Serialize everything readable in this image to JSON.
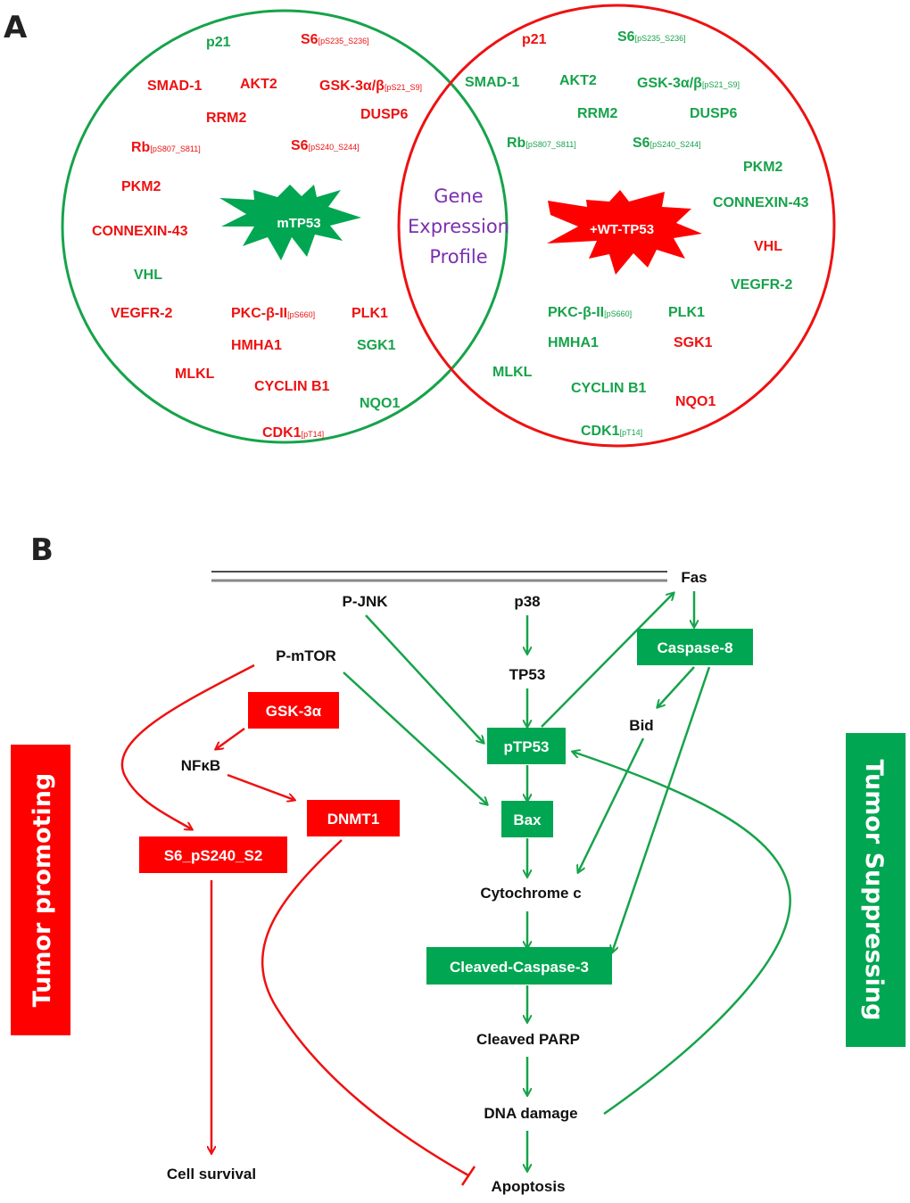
{
  "colors": {
    "up_red": "#ee1111",
    "down_green": "#16a34a",
    "box_green": "#00a651",
    "box_red": "#ff0000",
    "center_purple": "#7a2fb0",
    "text_dark": "#111111"
  },
  "panel_a": {
    "label": "A",
    "center_label": [
      "Gene",
      "Expression",
      "Profile"
    ],
    "left_set": {
      "star_label": "mTP53",
      "genes": [
        {
          "name": "p21",
          "sub": "",
          "color": "green"
        },
        {
          "name": "S6",
          "sub": "[pS235_S236]",
          "color": "red"
        },
        {
          "name": "SMAD-1",
          "sub": "",
          "color": "red"
        },
        {
          "name": "AKT2",
          "sub": "",
          "color": "red"
        },
        {
          "name": "GSK-3α/β",
          "sub": "[pS21_S9]",
          "color": "red"
        },
        {
          "name": "RRM2",
          "sub": "",
          "color": "red"
        },
        {
          "name": "DUSP6",
          "sub": "",
          "color": "red"
        },
        {
          "name": "Rb",
          "sub": "[pS807_S811]",
          "color": "red"
        },
        {
          "name": "S6",
          "sub": "[pS240_S244]",
          "color": "red"
        },
        {
          "name": "PKM2",
          "sub": "",
          "color": "red"
        },
        {
          "name": "CONNEXIN-43",
          "sub": "",
          "color": "red"
        },
        {
          "name": "VHL",
          "sub": "",
          "color": "green"
        },
        {
          "name": "VEGFR-2",
          "sub": "",
          "color": "red"
        },
        {
          "name": "PKC-β-II",
          "sub": "[pS660]",
          "color": "red"
        },
        {
          "name": "PLK1",
          "sub": "",
          "color": "red"
        },
        {
          "name": "HMHA1",
          "sub": "",
          "color": "red"
        },
        {
          "name": "SGK1",
          "sub": "",
          "color": "green"
        },
        {
          "name": "MLKL",
          "sub": "",
          "color": "red"
        },
        {
          "name": "CYCLIN B1",
          "sub": "",
          "color": "red"
        },
        {
          "name": "NQO1",
          "sub": "",
          "color": "green"
        },
        {
          "name": "CDK1",
          "sub": "[pT14]",
          "color": "red"
        }
      ]
    },
    "right_set": {
      "star_label": "+WT-TP53",
      "genes": [
        {
          "name": "p21",
          "sub": "",
          "color": "red"
        },
        {
          "name": "S6",
          "sub": "[pS235_S236]",
          "color": "green"
        },
        {
          "name": "SMAD-1",
          "sub": "",
          "color": "green"
        },
        {
          "name": "AKT2",
          "sub": "",
          "color": "green"
        },
        {
          "name": "GSK-3α/β",
          "sub": "[pS21_S9]",
          "color": "green"
        },
        {
          "name": "RRM2",
          "sub": "",
          "color": "green"
        },
        {
          "name": "DUSP6",
          "sub": "",
          "color": "green"
        },
        {
          "name": "Rb",
          "sub": "[pS807_S811]",
          "color": "green"
        },
        {
          "name": "S6",
          "sub": "[pS240_S244]",
          "color": "green"
        },
        {
          "name": "PKM2",
          "sub": "",
          "color": "green"
        },
        {
          "name": "CONNEXIN-43",
          "sub": "",
          "color": "green"
        },
        {
          "name": "VHL",
          "sub": "",
          "color": "red"
        },
        {
          "name": "VEGFR-2",
          "sub": "",
          "color": "green"
        },
        {
          "name": "PKC-β-II",
          "sub": "[pS660]",
          "color": "green"
        },
        {
          "name": "PLK1",
          "sub": "",
          "color": "green"
        },
        {
          "name": "HMHA1",
          "sub": "",
          "color": "green"
        },
        {
          "name": "SGK1",
          "sub": "",
          "color": "red"
        },
        {
          "name": "MLKL",
          "sub": "",
          "color": "green"
        },
        {
          "name": "CYCLIN B1",
          "sub": "",
          "color": "green"
        },
        {
          "name": "NQO1",
          "sub": "",
          "color": "red"
        },
        {
          "name": "CDK1",
          "sub": "[pT14]",
          "color": "green"
        }
      ]
    }
  },
  "panel_b": {
    "label": "B",
    "side_labels": {
      "left": "Tumor promoting",
      "right": "Tumor Suppressing"
    },
    "nodes": {
      "fas": "Fas",
      "pjnk": "P-JNK",
      "p38": "p38",
      "pmtor": "P-mTOR",
      "tp53": "TP53",
      "caspase8": "Caspase-8",
      "gsk3a": "GSK-3α",
      "bid": "Bid",
      "nfkb": "NFκB",
      "ptp53": "pTP53",
      "dnmt1": "DNMT1",
      "bax": "Bax",
      "s6": "S6_pS240_S2",
      "cytc": "Cytochrome c",
      "cc3": "Cleaved-Caspase-3",
      "cparp": "Cleaved PARP",
      "dna": "DNA damage",
      "survival": "Cell survival",
      "apoptosis": "Apoptosis"
    },
    "edges": [
      {
        "from": "Fas",
        "to": "Caspase-8",
        "type": "activation",
        "color": "green"
      },
      {
        "from": "Caspase-8",
        "to": "Bid",
        "type": "activation",
        "color": "green"
      },
      {
        "from": "Caspase-8",
        "to": "Cleaved-Caspase-3",
        "type": "activation",
        "color": "green"
      },
      {
        "from": "Bid",
        "to": "Cytochrome c",
        "type": "activation",
        "color": "green"
      },
      {
        "from": "p38",
        "to": "TP53",
        "type": "activation",
        "color": "green"
      },
      {
        "from": "TP53",
        "to": "pTP53",
        "type": "activation",
        "color": "green"
      },
      {
        "from": "P-JNK",
        "to": "pTP53",
        "type": "activation",
        "color": "green"
      },
      {
        "from": "pTP53",
        "to": "Fas",
        "type": "activation",
        "color": "green"
      },
      {
        "from": "pTP53",
        "to": "Bax",
        "type": "activation",
        "color": "green"
      },
      {
        "from": "P-mTOR",
        "to": "Bax",
        "type": "activation",
        "color": "green"
      },
      {
        "from": "Bax",
        "to": "Cytochrome c",
        "type": "activation",
        "color": "green"
      },
      {
        "from": "Cytochrome c",
        "to": "Cleaved-Caspase-3",
        "type": "activation",
        "color": "green"
      },
      {
        "from": "Cleaved-Caspase-3",
        "to": "Cleaved PARP",
        "type": "activation",
        "color": "green"
      },
      {
        "from": "Cleaved PARP",
        "to": "DNA damage",
        "type": "activation",
        "color": "green"
      },
      {
        "from": "DNA damage",
        "to": "Apoptosis",
        "type": "activation",
        "color": "green"
      },
      {
        "from": "DNA damage",
        "to": "pTP53",
        "type": "activation",
        "color": "green"
      },
      {
        "from": "P-mTOR",
        "to": "S6_pS240_S2",
        "type": "activation",
        "color": "red"
      },
      {
        "from": "GSK-3α",
        "to": "NFκB",
        "type": "activation",
        "color": "red"
      },
      {
        "from": "NFκB",
        "to": "DNMT1",
        "type": "activation",
        "color": "red"
      },
      {
        "from": "S6_pS240_S2",
        "to": "Cell survival",
        "type": "activation",
        "color": "red"
      },
      {
        "from": "DNMT1",
        "to": "Apoptosis",
        "type": "inhibition",
        "color": "red"
      }
    ]
  }
}
